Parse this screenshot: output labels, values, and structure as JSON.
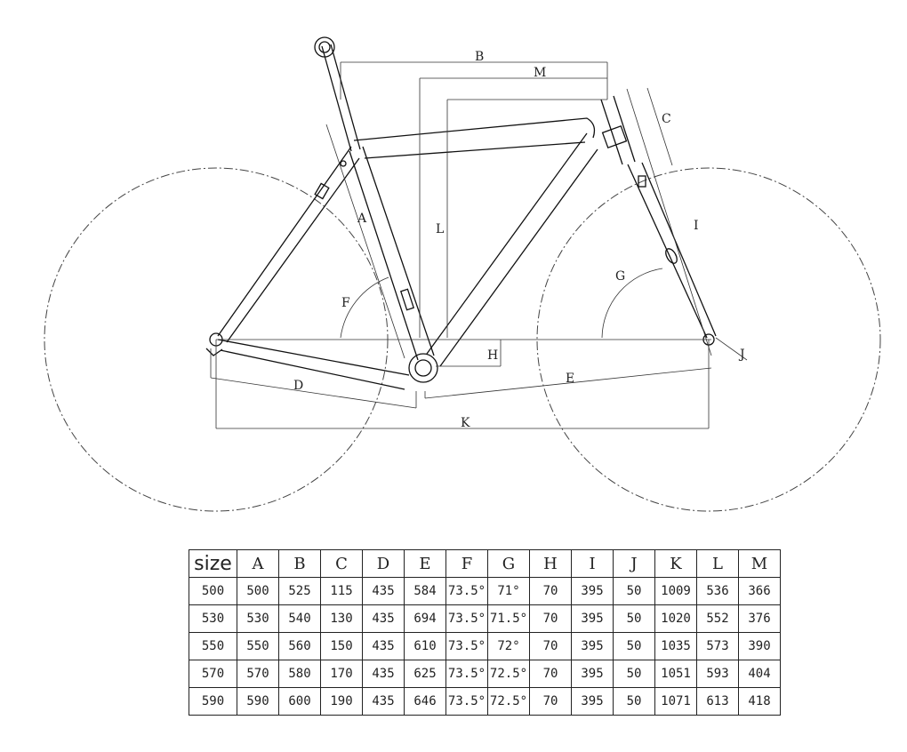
{
  "diagram": {
    "dimension_labels": [
      "A",
      "B",
      "C",
      "D",
      "E",
      "F",
      "G",
      "H",
      "I",
      "J",
      "K",
      "L",
      "M"
    ]
  },
  "table": {
    "headers": [
      "size",
      "A",
      "B",
      "C",
      "D",
      "E",
      "F",
      "G",
      "H",
      "I",
      "J",
      "K",
      "L",
      "M"
    ],
    "rows": [
      [
        "500",
        "500",
        "525",
        "115",
        "435",
        "584",
        "73.5°",
        "71°",
        "70",
        "395",
        "50",
        "1009",
        "536",
        "366"
      ],
      [
        "530",
        "530",
        "540",
        "130",
        "435",
        "694",
        "73.5°",
        "71.5°",
        "70",
        "395",
        "50",
        "1020",
        "552",
        "376"
      ],
      [
        "550",
        "550",
        "560",
        "150",
        "435",
        "610",
        "73.5°",
        "72°",
        "70",
        "395",
        "50",
        "1035",
        "573",
        "390"
      ],
      [
        "570",
        "570",
        "580",
        "170",
        "435",
        "625",
        "73.5°",
        "72.5°",
        "70",
        "395",
        "50",
        "1051",
        "593",
        "404"
      ],
      [
        "590",
        "590",
        "600",
        "190",
        "435",
        "646",
        "73.5°",
        "72.5°",
        "70",
        "395",
        "50",
        "1071",
        "613",
        "418"
      ]
    ]
  }
}
